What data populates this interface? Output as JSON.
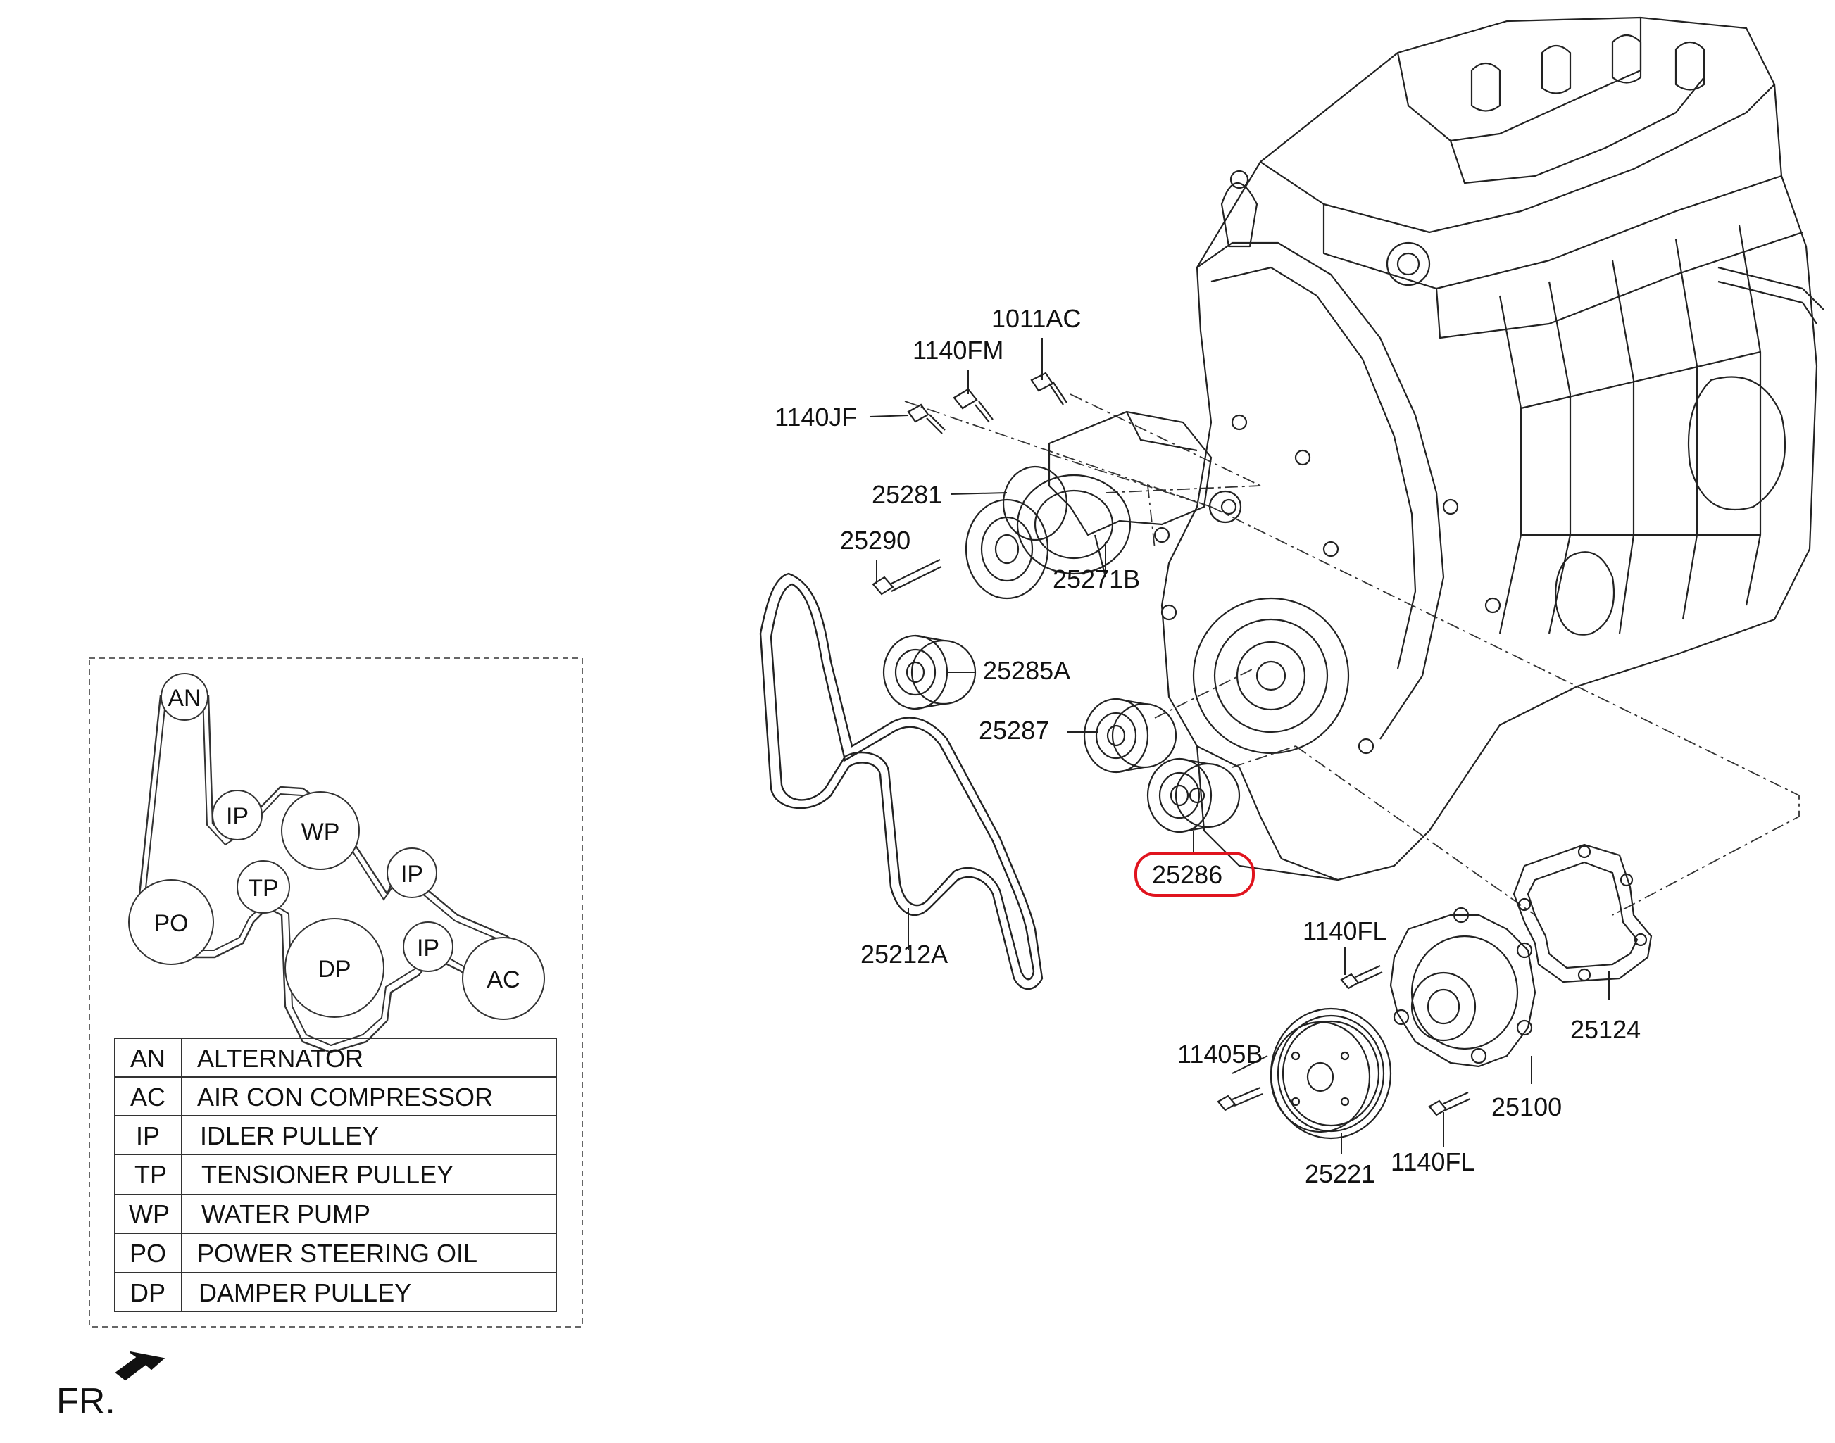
{
  "part_labels": [
    {
      "id": "1011ac",
      "text": "1011AC"
    },
    {
      "id": "1140fm",
      "text": "1140FM"
    },
    {
      "id": "1140jf",
      "text": "1140JF"
    },
    {
      "id": "25281",
      "text": "25281"
    },
    {
      "id": "25290",
      "text": "25290"
    },
    {
      "id": "25271b",
      "text": "25271B"
    },
    {
      "id": "25285a",
      "text": "25285A"
    },
    {
      "id": "25287",
      "text": "25287"
    },
    {
      "id": "25286",
      "text": "25286",
      "highlighted": true
    },
    {
      "id": "25212a",
      "text": "25212A"
    },
    {
      "id": "1140fl-top",
      "text": "1140FL"
    },
    {
      "id": "25124",
      "text": "25124"
    },
    {
      "id": "11405b",
      "text": "11405B"
    },
    {
      "id": "25100",
      "text": "25100"
    },
    {
      "id": "1140fl-bottom",
      "text": "1140FL"
    },
    {
      "id": "25221",
      "text": "25221"
    }
  ],
  "belt_routing": {
    "pulleys": [
      {
        "id": "an",
        "code": "AN"
      },
      {
        "id": "ip1",
        "code": "IP"
      },
      {
        "id": "wp",
        "code": "WP"
      },
      {
        "id": "ip2",
        "code": "IP"
      },
      {
        "id": "po",
        "code": "PO"
      },
      {
        "id": "tp",
        "code": "TP"
      },
      {
        "id": "dp",
        "code": "DP"
      },
      {
        "id": "ip3",
        "code": "IP"
      },
      {
        "id": "ac",
        "code": "AC"
      }
    ]
  },
  "legend": [
    {
      "code": "AN",
      "name": "ALTERNATOR"
    },
    {
      "code": "AC",
      "name": "AIR CON COMPRESSOR"
    },
    {
      "code": "IP",
      "name": "IDLER PULLEY"
    },
    {
      "code": "TP",
      "name": "TENSIONER PULLEY"
    },
    {
      "code": "WP",
      "name": "WATER PUMP"
    },
    {
      "code": "PO",
      "name": "POWER STEERING OIL"
    },
    {
      "code": "DP",
      "name": "DAMPER PULLEY"
    }
  ],
  "front_indicator": "FR.",
  "colors": {
    "ink": "#1a1a1a",
    "highlight": "#e0141e",
    "background": "#ffffff"
  }
}
